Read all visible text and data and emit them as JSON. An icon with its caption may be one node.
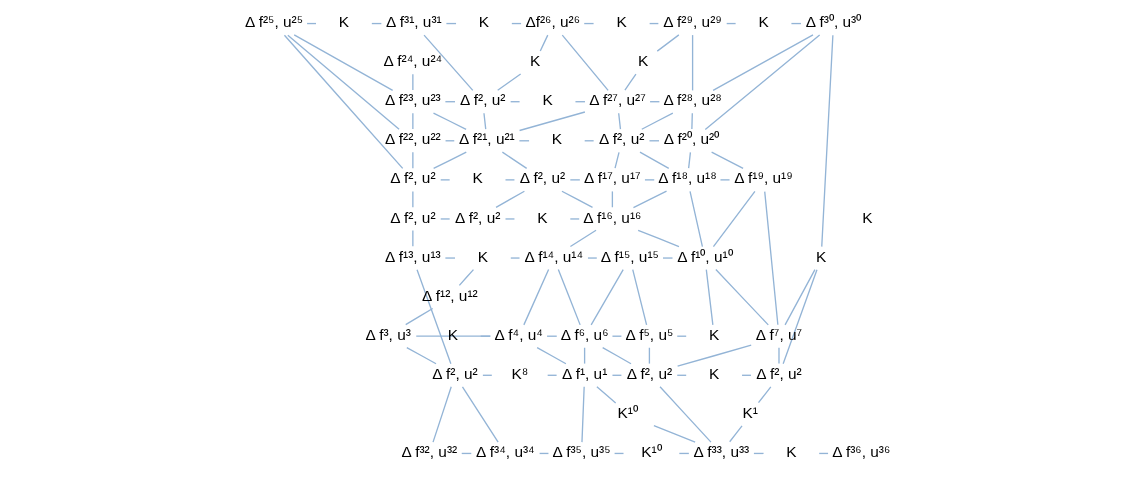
{
  "diagram": {
    "nodes": [
      {
        "text": [
          "Δ f²⁵, u²⁵"
        ]
      },
      {
        "text": [
          "K"
        ]
      },
      {
        "text": [
          "Δ f³¹, u³¹"
        ]
      },
      {
        "text": [
          "K"
        ]
      },
      {
        "text": [
          "Δf²⁶, u²⁶"
        ]
      },
      {
        "text": [
          "K"
        ]
      },
      {
        "text": [
          "Δ f²⁹, u²⁹"
        ]
      },
      {
        "text": [
          "K"
        ]
      },
      {
        "text": [
          "Δ f³⁰, u³⁰"
        ]
      },
      {
        "text": [
          "Δ f²⁴, u²⁴"
        ]
      },
      {
        "text": [
          "K"
        ]
      },
      {
        "text": [
          "K"
        ]
      },
      {
        "text": [
          "Δ f²³, u²³"
        ]
      },
      {
        "text": [
          "Δ f², u²"
        ]
      },
      {
        "text": [
          "K"
        ]
      },
      {
        "text": [
          "Δ f²⁷, u²⁷"
        ]
      },
      {
        "text": [
          "Δ f²⁸, u²⁸"
        ]
      },
      {
        "text": [
          "Δ f²², u²²"
        ]
      },
      {
        "text": [
          "Δ f²¹, u²¹"
        ]
      },
      {
        "text": [
          "K"
        ]
      },
      {
        "text": [
          "Δ f², u²"
        ]
      },
      {
        "text": [
          "Δ f²⁰, u²⁰"
        ]
      },
      {
        "text": [
          "Δ f², u²"
        ]
      },
      {
        "text": [
          "K"
        ]
      },
      {
        "text": [
          "Δ f², u²"
        ]
      },
      {
        "text": [
          "Δ f¹⁷, u¹⁷"
        ]
      },
      {
        "text": [
          "Δ f¹⁸, u¹⁸"
        ]
      },
      {
        "text": [
          "Δ f¹⁹, u¹⁹"
        ]
      },
      {
        "text": [
          "K"
        ]
      },
      {
        "text": [
          "Δ f², u²"
        ]
      },
      {
        "text": [
          "Δ f², u²"
        ]
      },
      {
        "text": [
          "K"
        ]
      },
      {
        "text": [
          "Δ f¹⁶, u¹⁶"
        ]
      },
      {
        "text": [
          "Δ f¹³, u¹³"
        ]
      },
      {
        "text": [
          "K"
        ]
      },
      {
        "text": [
          "Δ f¹⁴, u¹⁴"
        ]
      },
      {
        "text": [
          "Δ f¹⁵, u¹⁵"
        ]
      },
      {
        "text": [
          "Δ f¹⁰, u¹⁰"
        ]
      },
      {
        "text": [
          "K"
        ]
      },
      {
        "text": [
          "Δ f¹², u¹²"
        ]
      },
      {
        "text": [
          "Δ f³, u³"
        ]
      },
      {
        "text": [
          "K"
        ]
      },
      {
        "text": [
          "Δ f⁴, u⁴"
        ]
      },
      {
        "text": [
          "Δ f⁶, u⁶"
        ]
      },
      {
        "text": [
          "Δ f⁵, u⁵"
        ]
      },
      {
        "text": [
          "K"
        ]
      },
      {
        "text": [
          "Δ f⁷, u⁷"
        ]
      },
      {
        "text": [
          "Δ f², u²"
        ]
      },
      {
        "text": [
          "K⁸"
        ]
      },
      {
        "text": [
          "Δ f¹, u¹"
        ]
      },
      {
        "text": [
          "Δ f², u²"
        ]
      },
      {
        "text": [
          "K"
        ]
      },
      {
        "text": [
          "Δ f², u²"
        ]
      },
      {
        "text": [
          "K¹⁰"
        ]
      },
      {
        "text": [
          "K¹"
        ]
      },
      {
        "text": [
          "Δ f³², u³²"
        ]
      },
      {
        "text": [
          "Δ f³⁴, u³⁴"
        ]
      },
      {
        "text": [
          "Δ f³⁵, u³⁵"
        ]
      },
      {
        "text": [
          "K¹⁰"
        ]
      },
      {
        "text": [
          "Δ f³³, u³³"
        ]
      },
      {
        "text": [
          "K"
        ]
      },
      {
        "text": [
          "Δ f³⁶, u³⁶"
        ]
      }
    ],
    "edges": [
      {
        "from": 0,
        "to": 1,
        "arrow": "none"
      },
      {
        "from": 1,
        "to": 2,
        "arrow": "none"
      },
      {
        "from": 2,
        "to": 3,
        "arrow": "none"
      },
      {
        "from": 3,
        "to": 4,
        "arrow": "none"
      },
      {
        "from": 4,
        "to": 5,
        "arrow": "none"
      },
      {
        "from": 5,
        "to": 6,
        "arrow": "none"
      },
      {
        "from": 6,
        "to": 7,
        "arrow": "none"
      },
      {
        "from": 7,
        "to": 8,
        "arrow": "none"
      },
      {
        "from": 0,
        "to": 22,
        "arrow": "none"
      },
      {
        "from": 0,
        "to": 17,
        "arrow": "none"
      },
      {
        "from": 0,
        "to": 12,
        "arrow": "none"
      },
      {
        "from": 12,
        "to": 9,
        "arrow": "none"
      },
      {
        "from": 2,
        "to": 13,
        "arrow": "none"
      },
      {
        "from": 12,
        "to": 13,
        "arrow": "none"
      },
      {
        "from": 12,
        "to": 18,
        "arrow": "none"
      },
      {
        "from": 12,
        "to": 17,
        "arrow": "none"
      },
      {
        "from": 13,
        "to": 18,
        "arrow": "none"
      },
      {
        "from": 13,
        "to": 14,
        "arrow": "none"
      },
      {
        "from": 14,
        "to": 15,
        "arrow": "none"
      },
      {
        "from": 13,
        "to": 10,
        "arrow": "none"
      },
      {
        "from": 10,
        "to": 4,
        "arrow": "none"
      },
      {
        "from": 4,
        "to": 15,
        "arrow": "none"
      },
      {
        "from": 15,
        "to": 11,
        "arrow": "none"
      },
      {
        "from": 11,
        "to": 6,
        "arrow": "none"
      },
      {
        "from": 6,
        "to": 16,
        "arrow": "none"
      },
      {
        "from": 8,
        "to": 16,
        "arrow": "none"
      },
      {
        "from": 15,
        "to": 16,
        "arrow": "none"
      },
      {
        "from": 15,
        "to": 20,
        "arrow": "none"
      },
      {
        "from": 18,
        "to": 15,
        "arrow": "none"
      },
      {
        "from": 17,
        "to": 18,
        "arrow": "none"
      },
      {
        "from": 18,
        "to": 19,
        "arrow": "none"
      },
      {
        "from": 19,
        "to": 20,
        "arrow": "none"
      },
      {
        "from": 16,
        "to": 20,
        "arrow": "none"
      },
      {
        "from": 16,
        "to": 21,
        "arrow": "none"
      },
      {
        "from": 8,
        "to": 21,
        "arrow": "none"
      },
      {
        "from": 8,
        "to": 38,
        "arrow": "none"
      },
      {
        "from": 20,
        "to": 21,
        "arrow": "none"
      },
      {
        "from": 20,
        "to": 26,
        "arrow": "none"
      },
      {
        "from": 25,
        "to": 20,
        "arrow": "none"
      },
      {
        "from": 26,
        "to": 21,
        "arrow": "none"
      },
      {
        "from": 21,
        "to": 27,
        "arrow": "none"
      },
      {
        "from": 26,
        "to": 27,
        "arrow": "none"
      },
      {
        "from": 25,
        "to": 26,
        "arrow": "none"
      },
      {
        "from": 24,
        "to": 25,
        "arrow": "none"
      },
      {
        "from": 25,
        "to": 32,
        "arrow": "none"
      },
      {
        "from": 24,
        "to": 32,
        "arrow": "none"
      },
      {
        "from": 26,
        "to": 32,
        "arrow": "none"
      },
      {
        "from": 26,
        "to": 37,
        "arrow": "none"
      },
      {
        "from": 27,
        "to": 37,
        "arrow": "none"
      },
      {
        "from": 27,
        "to": 46,
        "arrow": "none"
      },
      {
        "from": 32,
        "to": 37,
        "arrow": "none"
      },
      {
        "from": 35,
        "to": 32,
        "arrow": "none"
      },
      {
        "from": 30,
        "to": 31,
        "arrow": "none"
      },
      {
        "from": 31,
        "to": 32,
        "arrow": "none"
      },
      {
        "from": 30,
        "to": 24,
        "arrow": "none"
      },
      {
        "from": 29,
        "to": 30,
        "arrow": "none"
      },
      {
        "from": 22,
        "to": 29,
        "arrow": "none"
      },
      {
        "from": 22,
        "to": 17,
        "arrow": "none"
      },
      {
        "from": 22,
        "to": 23,
        "arrow": "none"
      },
      {
        "from": 23,
        "to": 24,
        "arrow": "none"
      },
      {
        "from": 22,
        "to": 18,
        "arrow": "none"
      },
      {
        "from": 18,
        "to": 24,
        "arrow": "none"
      },
      {
        "from": 29,
        "to": 33,
        "arrow": "none"
      },
      {
        "from": 33,
        "to": 34,
        "arrow": "none"
      },
      {
        "from": 34,
        "to": 35,
        "arrow": "none"
      },
      {
        "from": 39,
        "to": 34,
        "arrow": "none"
      },
      {
        "from": 39,
        "to": 40,
        "arrow": "none"
      },
      {
        "from": 33,
        "to": 47,
        "arrow": "none"
      },
      {
        "from": 40,
        "to": 47,
        "arrow": "none"
      },
      {
        "from": 40,
        "to": 42,
        "arrow": "none"
      },
      {
        "from": 41,
        "to": 42,
        "arrow": "none"
      },
      {
        "from": 35,
        "to": 42,
        "arrow": "none"
      },
      {
        "from": 35,
        "to": 43,
        "arrow": "none"
      },
      {
        "from": 42,
        "to": 43,
        "arrow": "none"
      },
      {
        "from": 36,
        "to": 43,
        "arrow": "none"
      },
      {
        "from": 36,
        "to": 44,
        "arrow": "none"
      },
      {
        "from": 35,
        "to": 36,
        "arrow": "none"
      },
      {
        "from": 36,
        "to": 37,
        "arrow": "none"
      },
      {
        "from": 45,
        "to": 37,
        "arrow": "none"
      },
      {
        "from": 44,
        "to": 45,
        "arrow": "none"
      },
      {
        "from": 37,
        "to": 46,
        "arrow": "none"
      },
      {
        "from": 43,
        "to": 44,
        "arrow": "none"
      },
      {
        "from": 43,
        "to": 50,
        "arrow": "none"
      },
      {
        "from": 50,
        "to": 44,
        "arrow": "none"
      },
      {
        "from": 49,
        "to": 42,
        "arrow": "none"
      },
      {
        "from": 49,
        "to": 43,
        "arrow": "none"
      },
      {
        "from": 49,
        "to": 50,
        "arrow": "none"
      },
      {
        "from": 50,
        "to": 51,
        "arrow": "none"
      },
      {
        "from": 51,
        "to": 52,
        "arrow": "none"
      },
      {
        "from": 46,
        "to": 50,
        "arrow": "none"
      },
      {
        "from": 47,
        "to": 48,
        "arrow": "none"
      },
      {
        "from": 48,
        "to": 49,
        "arrow": "none"
      },
      {
        "from": 47,
        "to": 55,
        "arrow": "none"
      },
      {
        "from": 47,
        "to": 56,
        "arrow": "none"
      },
      {
        "from": 55,
        "to": 56,
        "arrow": "none"
      },
      {
        "from": 56,
        "to": 57,
        "arrow": "none"
      },
      {
        "from": 49,
        "to": 57,
        "arrow": "none"
      },
      {
        "from": 49,
        "to": 53,
        "arrow": "none"
      },
      {
        "from": 53,
        "to": 59,
        "arrow": "none"
      },
      {
        "from": 50,
        "to": 59,
        "arrow": "none"
      },
      {
        "from": 59,
        "to": 54,
        "arrow": "none"
      },
      {
        "from": 54,
        "to": 52,
        "arrow": "none"
      },
      {
        "from": 57,
        "to": 58,
        "arrow": "none"
      },
      {
        "from": 58,
        "to": 59,
        "arrow": "none"
      },
      {
        "from": 59,
        "to": 60,
        "arrow": "none"
      },
      {
        "from": 60,
        "to": 61,
        "arrow": "none"
      },
      {
        "from": 38,
        "to": 46,
        "arrow": "none"
      },
      {
        "from": 38,
        "to": 52,
        "arrow": "none"
      },
      {
        "from": 46,
        "to": 52,
        "arrow": "none"
      }
    ]
  }
}
